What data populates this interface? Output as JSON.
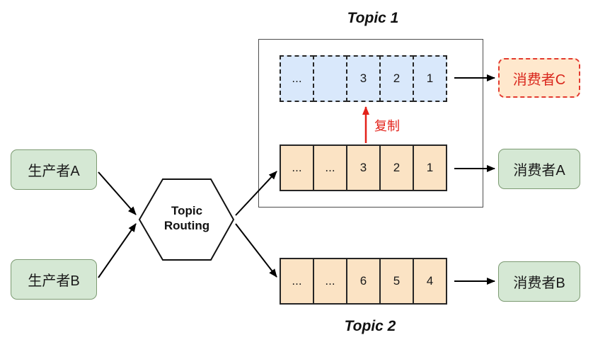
{
  "producers": {
    "a": {
      "label": "生产者A"
    },
    "b": {
      "label": "生产者B"
    }
  },
  "router": {
    "label": "Topic Routing"
  },
  "topic1": {
    "title": "Topic 1",
    "replica_queue": {
      "cells": [
        "...",
        "",
        "3",
        "2",
        "1"
      ]
    },
    "main_queue": {
      "cells": [
        "...",
        "...",
        "3",
        "2",
        "1"
      ]
    },
    "copy_label": "复制"
  },
  "topic2": {
    "title": "Topic 2",
    "queue": {
      "cells": [
        "...",
        "...",
        "6",
        "5",
        "4"
      ]
    }
  },
  "consumers": {
    "c": {
      "label": "消费者C"
    },
    "a": {
      "label": "消费者A"
    },
    "b": {
      "label": "消费者B"
    }
  },
  "colors": {
    "producer_fill": "#d5e8d4",
    "producer_border": "#7c9a72",
    "queue_fill": "#fbe3c4",
    "queue_border": "#262626",
    "replica_fill": "#d9e8fb",
    "replica_border_style": "dashed",
    "consumer_c_fill": "#ffe8cd",
    "consumer_c_border": "#e33b30",
    "copy_arrow_color": "#e32119",
    "arrow_color": "#000000"
  }
}
